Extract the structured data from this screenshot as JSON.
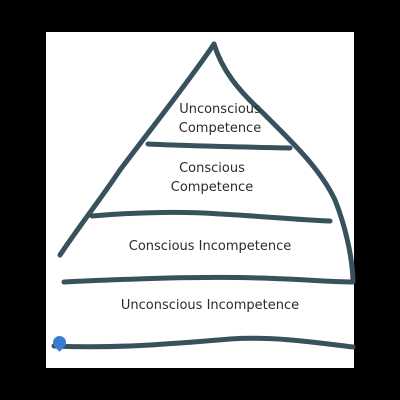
{
  "diagram": {
    "levels": [
      {
        "label": "Unconscious\nCompetence"
      },
      {
        "label": "Conscious\nCompetence"
      },
      {
        "label": "Conscious Incompetence"
      },
      {
        "label": "Unconscious Incompetence"
      }
    ]
  },
  "colors": {
    "stroke": "#37525c",
    "cursor": "#3a7bd5",
    "background": "#000000",
    "paper": "#ffffff"
  },
  "icons": {
    "cursor": "drawing-cursor-icon"
  }
}
